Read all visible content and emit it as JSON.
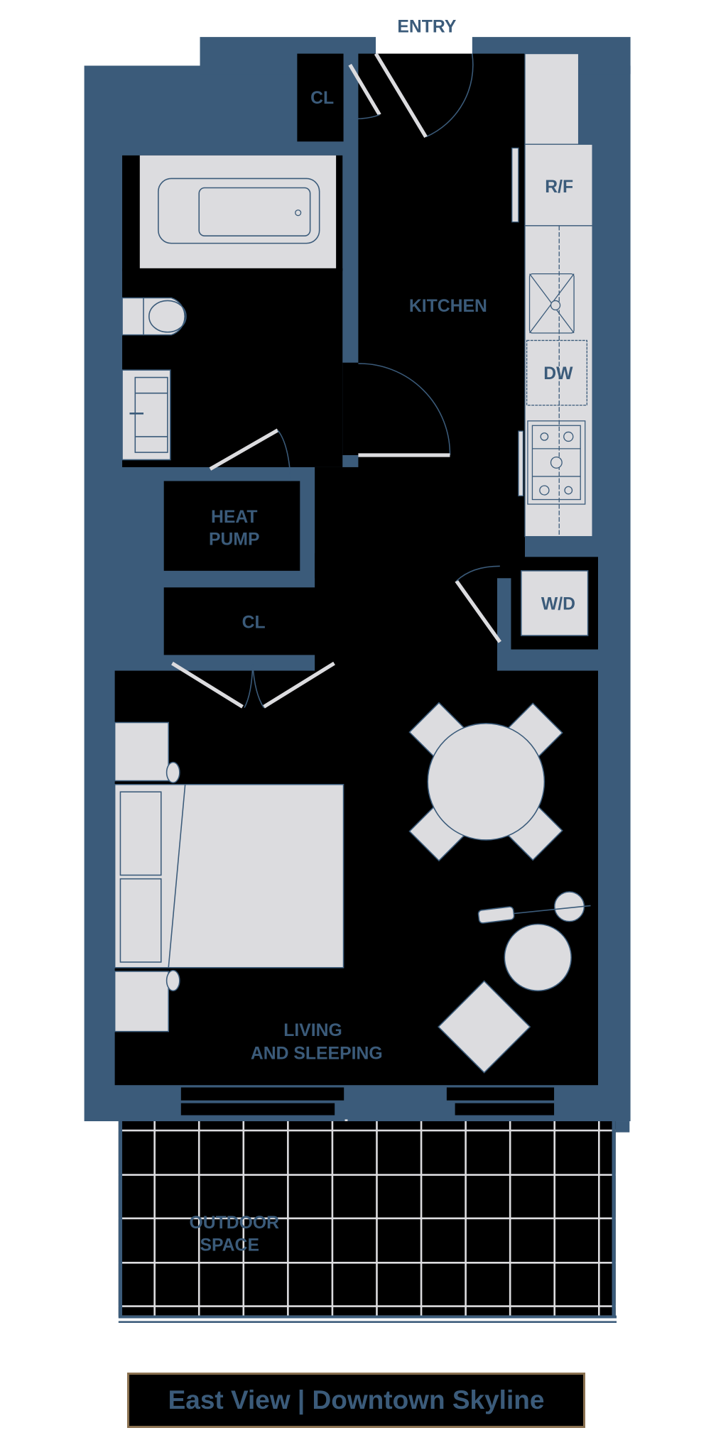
{
  "plan": {
    "colors": {
      "wall": "#3b5b7a",
      "floor": "#000000",
      "fixture": "#dcdcdf",
      "line": "#3b5b7a",
      "caption_border": "#8a7150"
    },
    "labels": {
      "entry": "ENTRY",
      "closet_entry": "CL",
      "kitchen": "KITCHEN",
      "refrigerator": "R/F",
      "dishwasher": "DW",
      "heat_pump_1": "HEAT",
      "heat_pump_2": "PUMP",
      "closet_bedroom": "CL",
      "washer_dryer": "W/D",
      "living_1": "LIVING",
      "living_2": "AND SLEEPING",
      "outdoor_1": "OUTDOOR",
      "outdoor_2": "SPACE"
    }
  },
  "caption": {
    "text": "East View | Downtown Skyline"
  }
}
